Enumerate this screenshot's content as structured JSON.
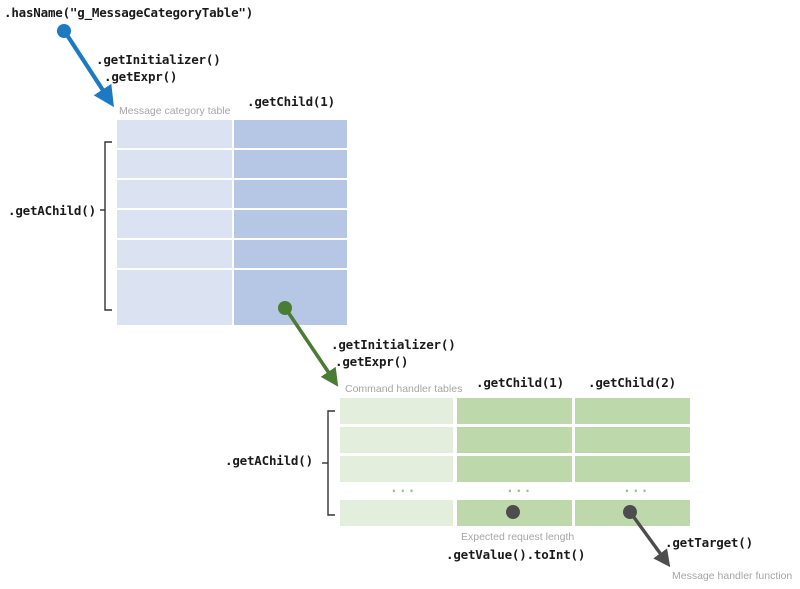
{
  "diagram": {
    "title": "CodeQL AST navigation diagram",
    "colors": {
      "blue_light": "#dbe3f3",
      "blue_dark": "#b6c7e6",
      "green_light": "#e3efdc",
      "green_mid": "#bdd9ac",
      "arrow_blue": "#1b7ac2",
      "arrow_green": "#4a7c34",
      "arrow_gray": "#4d4d4d",
      "caption_gray": "#a6a6a6",
      "bracket_gray": "#333333"
    },
    "labels": {
      "has_name": ".hasName(\"g_MessageCategoryTable\")",
      "initializer_1": ".getInitializer()",
      "expr_1": ".getExpr()",
      "initializer_2": ".getInitializer()",
      "expr_2": ".getExpr()",
      "get_a_child_1": ".getAChild()",
      "get_a_child_2": ".getAChild()",
      "get_child_1_blue": ".getChild(1)",
      "get_child_1_green": ".getChild(1)",
      "get_child_2_green": ".getChild(2)",
      "get_value_to_int": ".getValue().toInt()",
      "get_target": ".getTarget()"
    },
    "captions": {
      "message_category_table": "Message category table",
      "command_handler_tables": "Command handler tables",
      "expected_request_length": "Expected request length",
      "message_handler_function": "Message handler function"
    },
    "tables": {
      "message_category": {
        "name": "message-category-table",
        "row_count": 7,
        "columns": [
          {
            "key": "col-left",
            "shade": "blue_light"
          },
          {
            "key": "col-child1",
            "shade": "blue_dark"
          }
        ]
      },
      "command_handler": {
        "name": "command-handler-table",
        "row_count": 4,
        "ellipsis_text": "...",
        "columns": [
          {
            "key": "col-left",
            "shade": "green_light"
          },
          {
            "key": "col-child1",
            "shade": "green_mid"
          },
          {
            "key": "col-child2",
            "shade": "green_mid"
          }
        ]
      }
    },
    "markers": {
      "blue_source_dot": "blue-source-dot",
      "green_source_dot": "green-source-dot",
      "gray_dot_child1": "gray-dot-expected-length",
      "gray_dot_child2": "gray-dot-handler-target"
    }
  }
}
